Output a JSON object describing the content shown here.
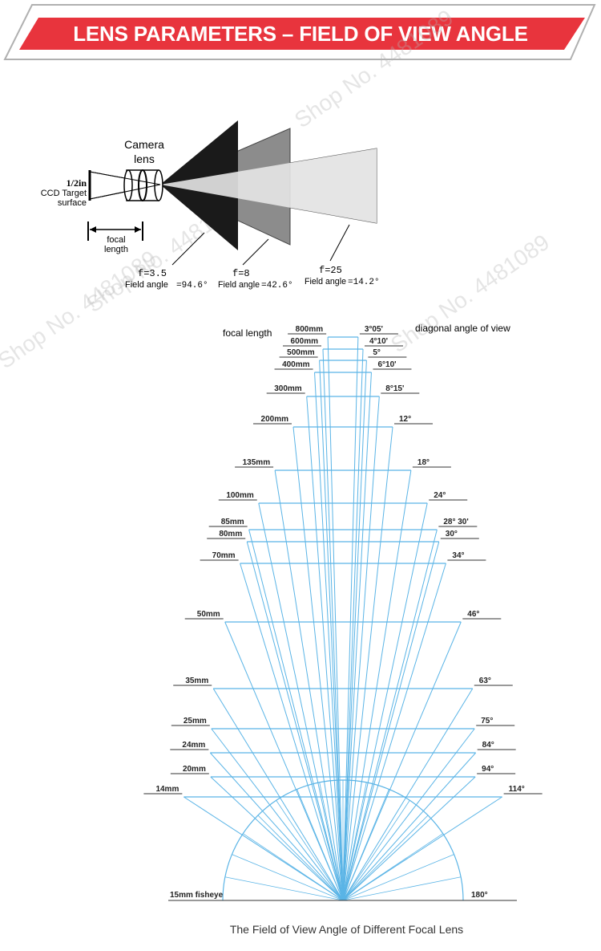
{
  "banner": {
    "title": "LENS PARAMETERS – FIELD OF VIEW ANGLE",
    "color": "#e8343d"
  },
  "watermark": "Shop No. 4481089",
  "lens_diagram": {
    "camera_label": [
      "Camera",
      "lens"
    ],
    "sensor_size": "1/2in",
    "sensor_label": [
      "CCD Target",
      "surface"
    ],
    "focal_label": [
      "focal",
      "length"
    ],
    "cones": [
      {
        "f": "f=3.5",
        "angle_label": "Field angle",
        "angle": "=94.6°",
        "color": "#1a1a1a"
      },
      {
        "f": "f=8",
        "angle_label": "Field angle",
        "angle": "=42.6°",
        "color": "#8c8c8c"
      },
      {
        "f": "f=25",
        "angle_label": "Field angle",
        "angle": "=14.2°",
        "color": "#d9d9d9"
      }
    ]
  },
  "fov_diagram": {
    "left_header": "focal length",
    "right_header": "diagonal angle of view",
    "line_color": "#5ab4e6",
    "lenses": [
      {
        "focal": "800mm",
        "angle": "3°05'",
        "deg": 3.08
      },
      {
        "focal": "600mm",
        "angle": "4°10'",
        "deg": 4.17
      },
      {
        "focal": "500mm",
        "angle": "5°",
        "deg": 5
      },
      {
        "focal": "400mm",
        "angle": "6°10'",
        "deg": 6.17
      },
      {
        "focal": "300mm",
        "angle": "8°15'",
        "deg": 8.25
      },
      {
        "focal": "200mm",
        "angle": "12°",
        "deg": 12
      },
      {
        "focal": "135mm",
        "angle": "18°",
        "deg": 18
      },
      {
        "focal": "100mm",
        "angle": "24°",
        "deg": 24
      },
      {
        "focal": "85mm",
        "angle": "28° 30'",
        "deg": 28.5
      },
      {
        "focal": "80mm",
        "angle": "30°",
        "deg": 30
      },
      {
        "focal": "70mm",
        "angle": "34°",
        "deg": 34
      },
      {
        "focal": "50mm",
        "angle": "46°",
        "deg": 46
      },
      {
        "focal": "35mm",
        "angle": "63°",
        "deg": 63
      },
      {
        "focal": "25mm",
        "angle": "75°",
        "deg": 75
      },
      {
        "focal": "24mm",
        "angle": "84°",
        "deg": 84
      },
      {
        "focal": "20mm",
        "angle": "94°",
        "deg": 94
      },
      {
        "focal": "14mm",
        "angle": "114°",
        "deg": 114
      }
    ],
    "fisheye": {
      "focal": "15mm fisheye",
      "angle": "180°",
      "deg": 180
    }
  },
  "caption": "The Field of View Angle of Different Focal Lens"
}
